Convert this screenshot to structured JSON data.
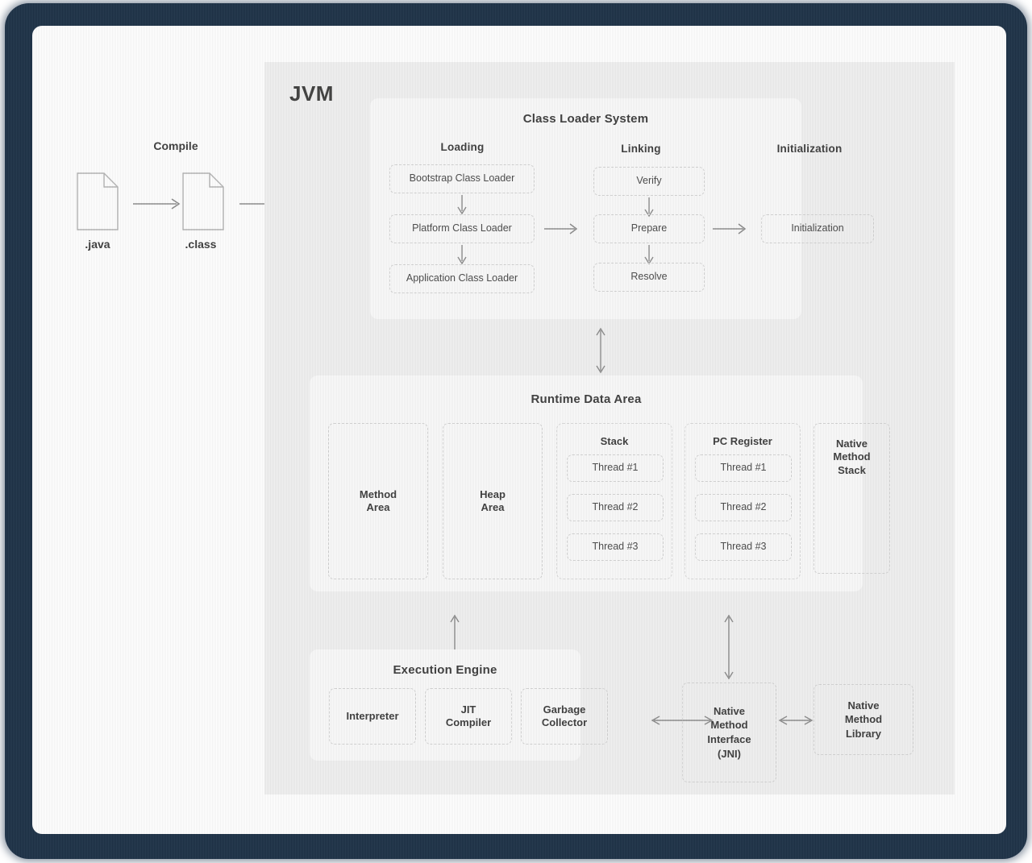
{
  "diagram": {
    "title": "JVM",
    "compile": {
      "label": "Compile",
      "source_file": ".java",
      "output_file": ".class",
      "source_icon": "file-icon",
      "output_icon": "file-icon",
      "arrow_icon": "arrow-right-icon",
      "pipeline_arrow_icon": "arrow-right-icon"
    },
    "class_loader_system": {
      "title": "Class Loader System",
      "columns": [
        {
          "title": "Loading",
          "items": [
            "Bootstrap Class Loader",
            "Platform Class Loader",
            "Application Class Loader"
          ]
        },
        {
          "title": "Linking",
          "items": [
            "Verify",
            "Prepare",
            "Resolve"
          ]
        },
        {
          "title": "Initialization",
          "items": [
            "Initialization"
          ]
        }
      ],
      "step_arrow_icon": "arrow-down-icon",
      "column_arrow_icon": "arrow-right-icon"
    },
    "runtime_data_area": {
      "title": "Runtime Data Area",
      "method_area": "Method\nArea",
      "heap_area": "Heap\nArea",
      "stack": {
        "title": "Stack",
        "threads": [
          "Thread #1",
          "Thread #2",
          "Thread #3"
        ]
      },
      "pc_register": {
        "title": "PC Register",
        "threads": [
          "Thread #1",
          "Thread #2",
          "Thread #3"
        ]
      },
      "native_method_stack": "Native\nMethod\nStack"
    },
    "execution_engine": {
      "title": "Execution Engine",
      "items": [
        "Interpreter",
        "JIT\nCompiler",
        "Garbage\nCollector"
      ]
    },
    "native_method_interface": "Native\nMethod\nInterface\n(JNI)",
    "native_method_library": "Native\nMethod\nLibrary",
    "connectors": {
      "loader_to_runtime_icon": "double-arrow-vertical-icon",
      "runtime_to_engine_icon": "double-arrow-vertical-icon",
      "runtime_to_jni_icon": "double-arrow-vertical-icon",
      "engine_to_jni_icon": "double-arrow-horizontal-icon",
      "jni_to_library_icon": "double-arrow-horizontal-icon"
    },
    "colors": {
      "frame": "#1d3147",
      "card": "#ffffff",
      "jvm_panel": "#f0f0f0",
      "sub_panel": "#fafafa",
      "dashed_border": "#d3d3d3",
      "text": "#3d3d3d",
      "arrow": "#8c8c8c"
    }
  }
}
